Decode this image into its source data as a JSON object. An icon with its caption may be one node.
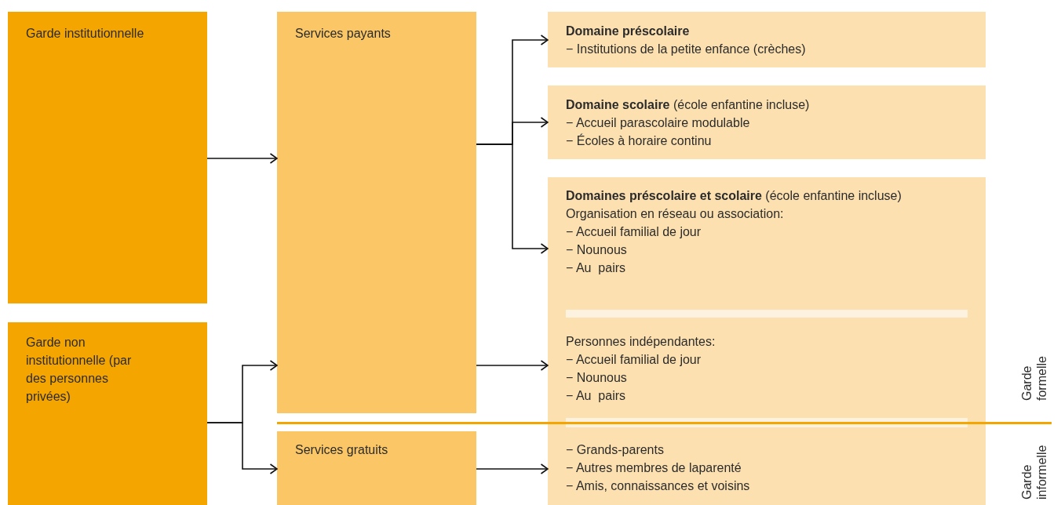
{
  "diagram": {
    "nodes": [
      {
        "text": [
          "Garde institutionnelle"
        ]
      },
      {
        "text": [
          "Garde non institutionnelle (par des personnes privées)"
        ]
      },
      {
        "text": [
          "Services payants"
        ]
      },
      {
        "text": [
          "Services gratuits"
        ]
      },
      {
        "text": [
          "**Domaine préscolaire**",
          "− Institutions de la petite enfance (crèches)"
        ]
      },
      {
        "text": [
          "**Domaine scolaire** (école enfantine incluse)",
          "− Accueil parascolaire modulable",
          "− Écoles à horaire continu"
        ]
      },
      {
        "text": [],
        "shape": "box"
      },
      {
        "text": [
          "**Domaines préscolaire et scolaire** (école enfantine incluse)",
          "Organisation en réseau ou association:",
          "− Accueil familial de jour",
          "− Nounous",
          "− Au  pairs"
        ],
        "in": 6
      },
      {
        "text": [
          "Personnes indépendantes:",
          "− Accueil familial de jour",
          "− Nounous",
          "− Au  pairs"
        ],
        "in": 6
      },
      {
        "text": [
          "− Grands-parents",
          "− Autres membres de laparenté",
          "− Amis, connaissances et voisins"
        ],
        "in": 6
      }
    ],
    "edges": [
      {
        "from": 0,
        "to": 2,
        "arrow": "to"
      },
      {
        "from": 1,
        "to": 2,
        "arrow": "to"
      },
      {
        "from": 1,
        "to": 3,
        "arrow": "to"
      },
      {
        "from": 2,
        "to": 4,
        "arrow": "to"
      },
      {
        "from": 2,
        "to": 5,
        "arrow": "to"
      },
      {
        "from": 2,
        "to": 7,
        "arrow": "to"
      },
      {
        "from": 2,
        "to": 8,
        "arrow": "to"
      },
      {
        "from": 3,
        "to": 9,
        "arrow": "to"
      }
    ],
    "labels": [
      "Garde formelle",
      "Garde informelle"
    ]
  }
}
